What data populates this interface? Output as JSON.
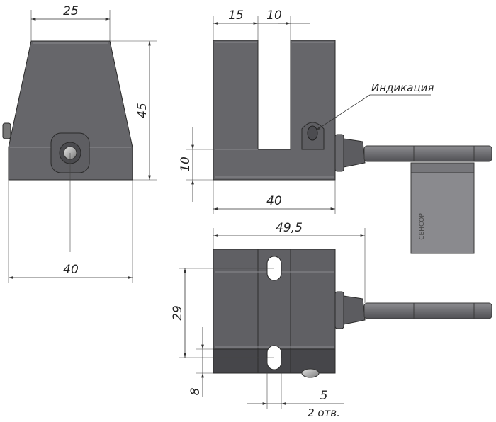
{
  "front_view": {
    "dim_top_width": "25",
    "dim_height": "45",
    "dim_bottom_width": "40"
  },
  "side_view": {
    "dim_slot_left": "15",
    "dim_slot_gap": "10",
    "dim_base_height": "10",
    "dim_width": "40",
    "indication_label": "Индикация",
    "cable_tag_text": "СЕНСОР"
  },
  "top_view": {
    "dim_overall": "49,5",
    "dim_hole_spacing": "29",
    "dim_edge_offset": "8",
    "dim_hole_width": "5",
    "holes_note": "2 отв."
  }
}
